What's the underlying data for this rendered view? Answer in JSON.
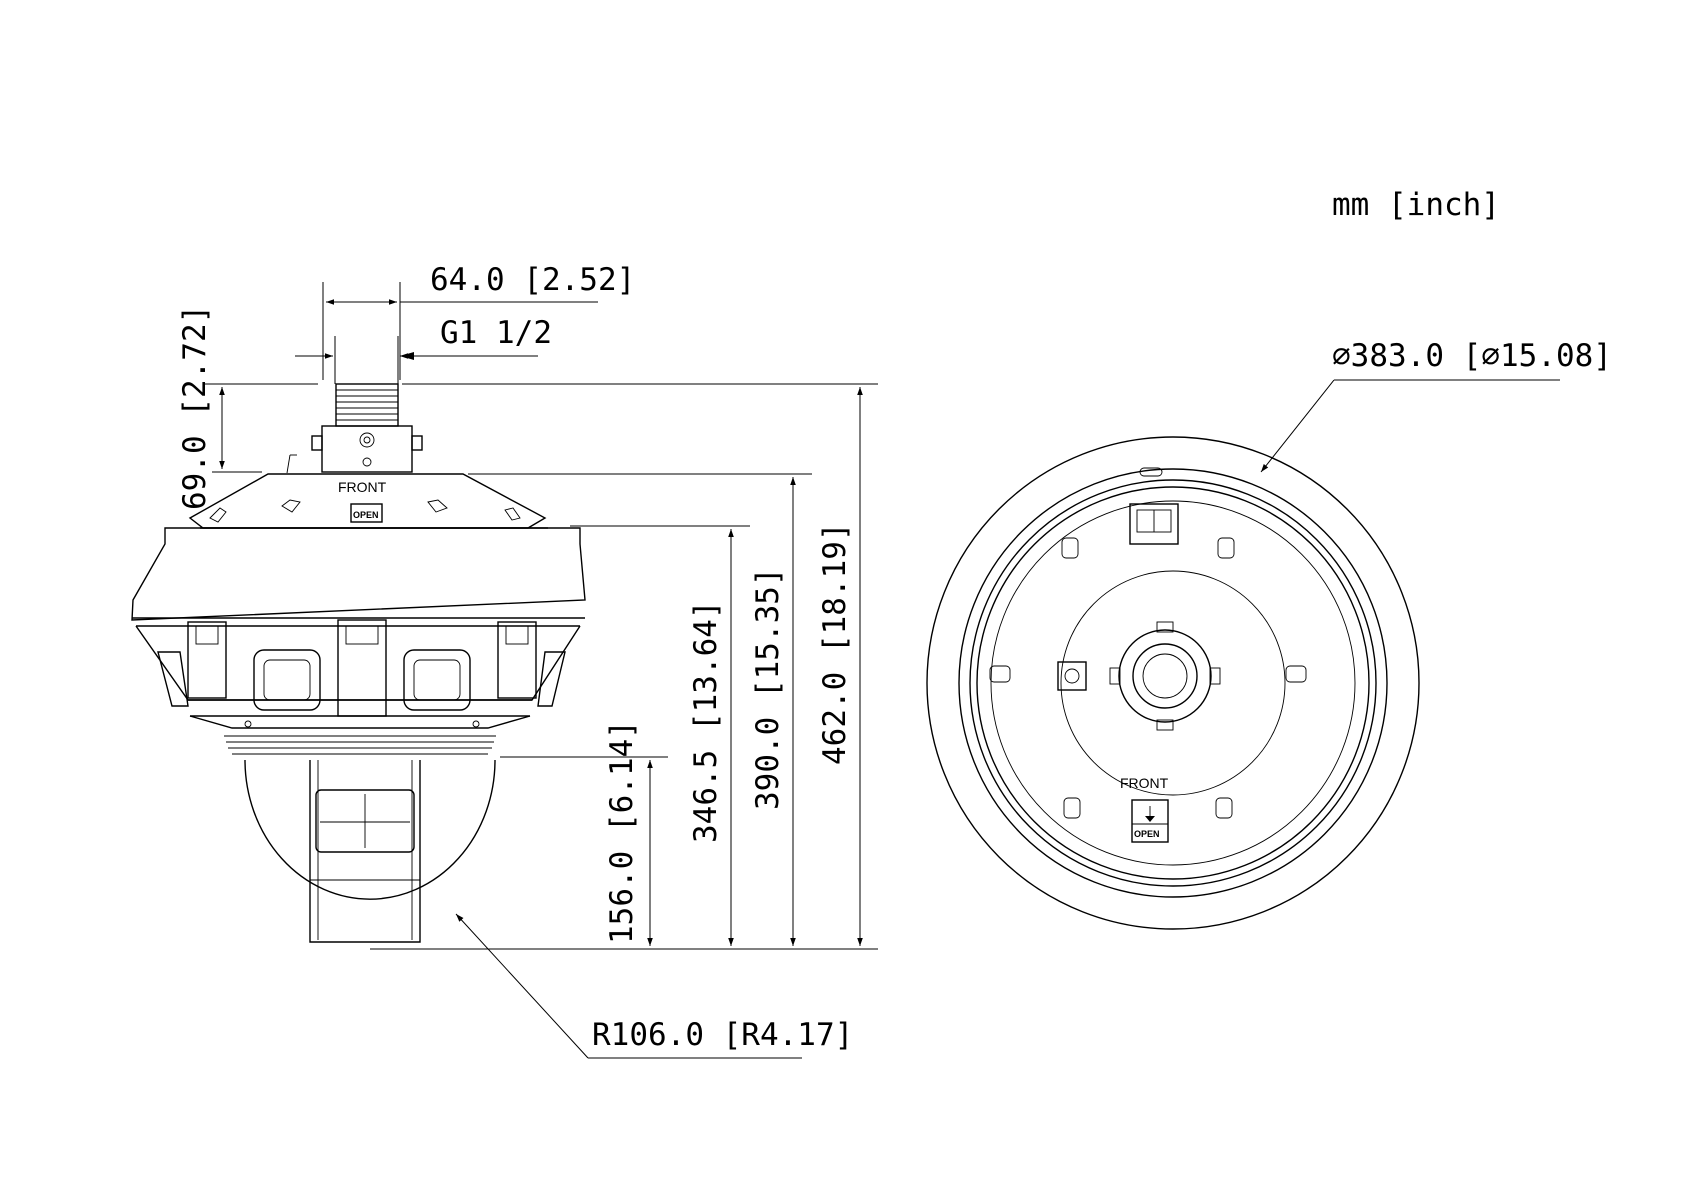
{
  "units": "mm [inch]",
  "side_view": {
    "thread_width": "64.0 [2.52]",
    "thread_spec": "G1 1/2",
    "top_height": "69.0 [2.72]",
    "dome_height": "156.0 [6.14]",
    "body_height": "346.5 [13.64]",
    "housing_height": "390.0 [15.35]",
    "total_height": "462.0 [18.19]",
    "dome_radius": "R106.0 [R4.17]",
    "front_label": "FRONT",
    "open_label": "OPEN"
  },
  "top_view": {
    "diameter": "⌀383.0 [⌀15.08]",
    "front_label": "FRONT",
    "open_label": "OPEN"
  }
}
